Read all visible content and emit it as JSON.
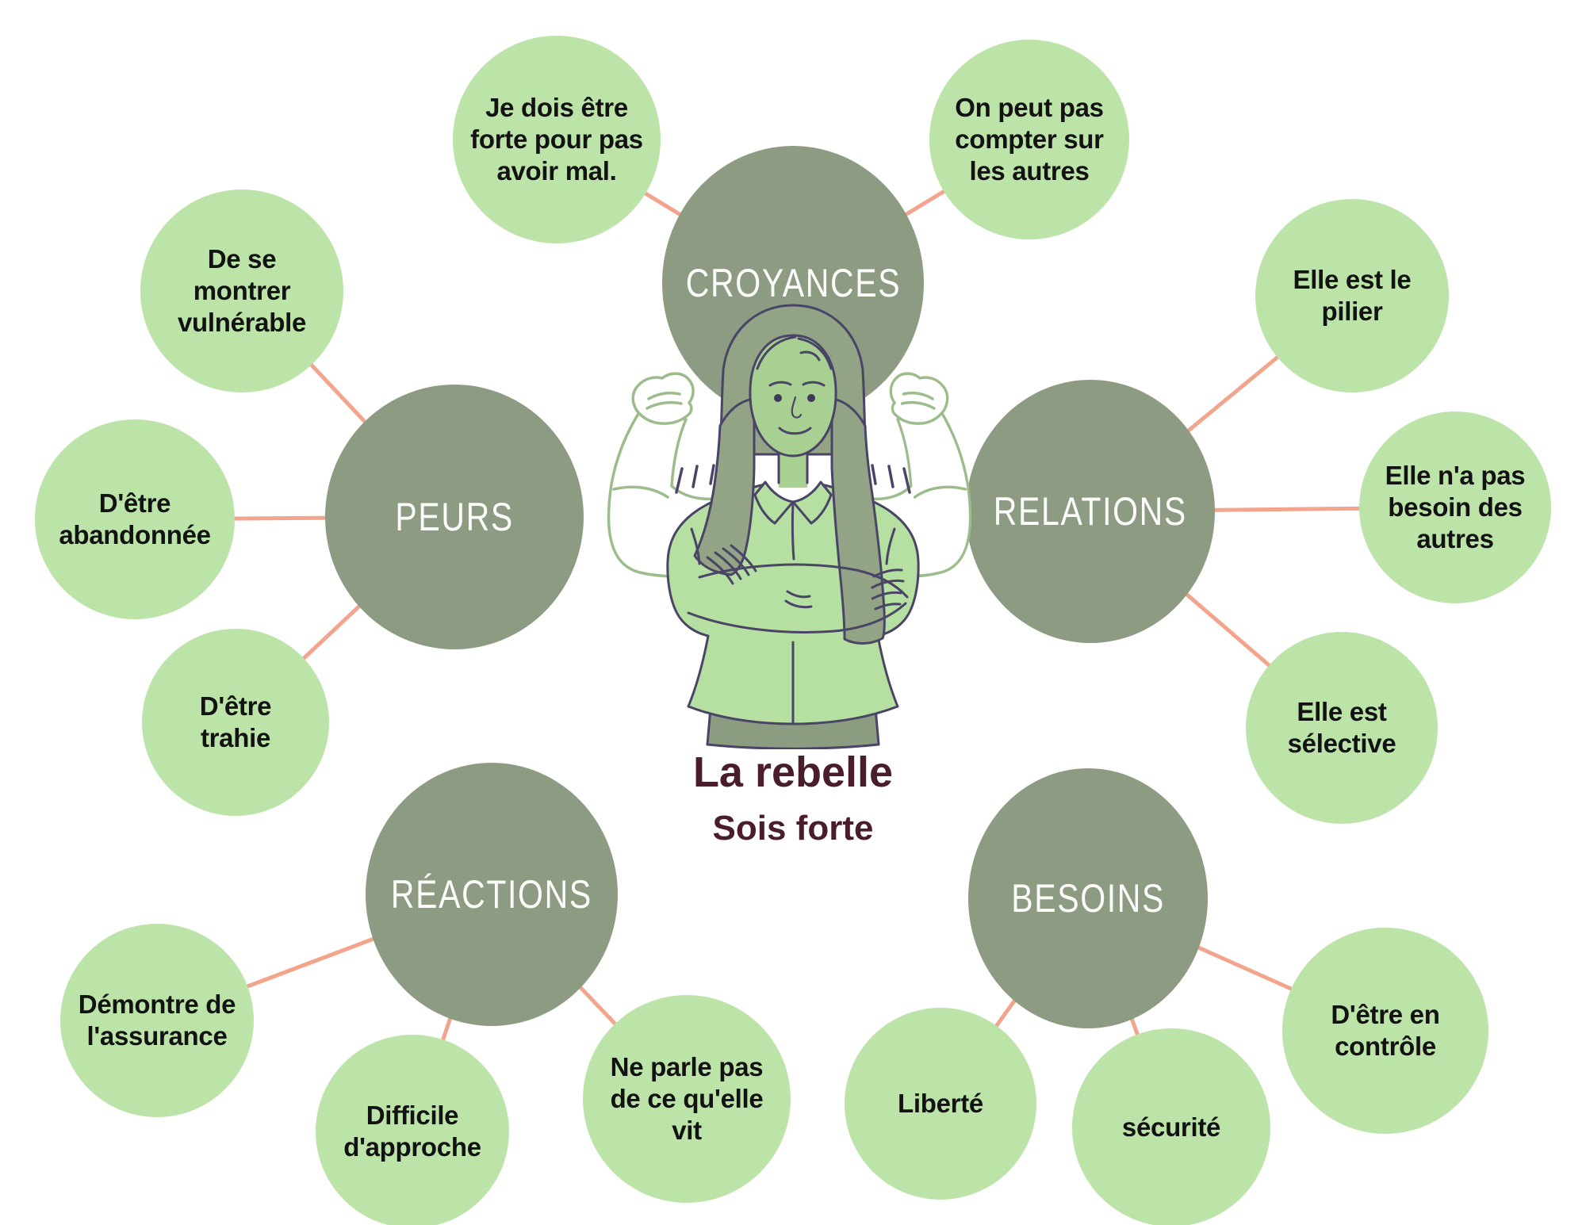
{
  "title": {
    "main": "La rebelle",
    "subtitle": "Sois forte"
  },
  "colors": {
    "category_fill": "#8C9B81",
    "satellite_fill": "#BCE4A8",
    "connector": "#F2A58C",
    "title_text": "#4A1D2B",
    "category_text": "#FCFCFA",
    "satellite_text": "#121212"
  },
  "categories": [
    {
      "id": "croyances",
      "label": "CROYANCES",
      "children": [
        "Je dois être forte pour pas avoir mal.",
        "On peut pas compter sur les autres"
      ]
    },
    {
      "id": "peurs",
      "label": "PEURS",
      "children": [
        "De se montrer vulnérable",
        "D'être abandonnée",
        "D'être trahie"
      ]
    },
    {
      "id": "relations",
      "label": "RELATIONS",
      "children": [
        "Elle est le pilier",
        "Elle n'a pas besoin des autres",
        "Elle est sélective"
      ]
    },
    {
      "id": "reactions",
      "label": "RÉACTIONS",
      "children": [
        "Démontre de l'assurance",
        "Difficile d'approche",
        "Ne parle pas de ce qu'elle vit"
      ]
    },
    {
      "id": "besoins",
      "label": "BESOINS",
      "children": [
        "Liberté",
        "sécurité",
        "D'être en contrôle"
      ]
    }
  ]
}
